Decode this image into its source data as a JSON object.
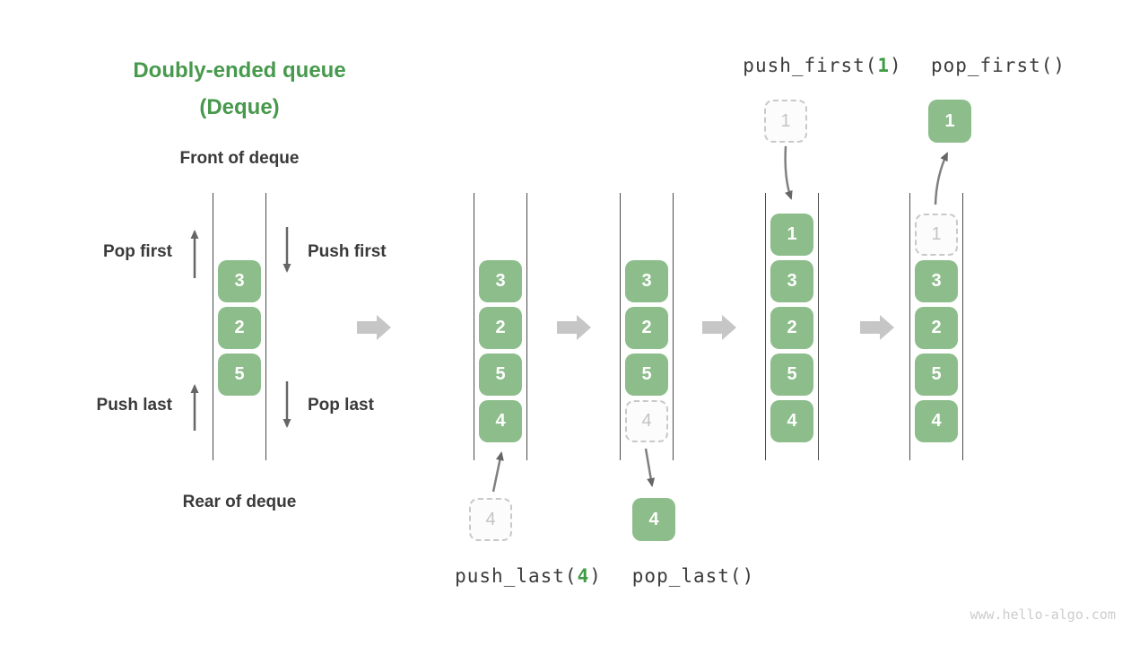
{
  "title": {
    "line1": "Doubly-ended queue",
    "line2": "(Deque)"
  },
  "left_diagram": {
    "front_label": "Front of deque",
    "rear_label": "Rear of deque",
    "pop_first_label": "Pop first",
    "push_first_label": "Push first",
    "push_last_label": "Push last",
    "pop_last_label": "Pop last",
    "cells": [
      {
        "v": "3"
      },
      {
        "v": "2"
      },
      {
        "v": "5"
      }
    ]
  },
  "operations": {
    "push_last": {
      "pre": "push_last(",
      "arg": "4",
      "post": ")"
    },
    "pop_last": {
      "text": "pop_last()"
    },
    "push_first": {
      "pre": "push_first(",
      "arg": "1",
      "post": ")"
    },
    "pop_first": {
      "text": "pop_first()"
    }
  },
  "queues": [
    {
      "cells": [
        {
          "v": "3"
        },
        {
          "v": "2"
        },
        {
          "v": "5"
        },
        {
          "v": "4"
        }
      ]
    },
    {
      "cells": [
        {
          "v": "3"
        },
        {
          "v": "2"
        },
        {
          "v": "5"
        },
        {
          "v": "4",
          "ghost": true
        }
      ]
    },
    {
      "cells": [
        {
          "v": "1"
        },
        {
          "v": "3"
        },
        {
          "v": "2"
        },
        {
          "v": "5"
        },
        {
          "v": "4"
        }
      ]
    },
    {
      "cells": [
        {
          "v": "1",
          "ghost": true
        },
        {
          "v": "3"
        },
        {
          "v": "2"
        },
        {
          "v": "5"
        },
        {
          "v": "4"
        }
      ]
    }
  ],
  "floating": {
    "push_last_source": {
      "v": "4",
      "ghost": true
    },
    "pop_last_result": {
      "v": "4"
    },
    "push_first_source": {
      "v": "1",
      "ghost": true
    },
    "pop_first_result": {
      "v": "1"
    }
  },
  "colors": {
    "cell_green": "#8cbd8a",
    "title_green": "#47994d",
    "code_arg_green": "#3f9b45",
    "text_dark": "#3a3a3a",
    "thin_arrow_gray": "#666666",
    "block_arrow_gray": "#c6c6c6",
    "ghost_gray": "#c9c9c9"
  },
  "watermark": "www.hello-algo.com"
}
